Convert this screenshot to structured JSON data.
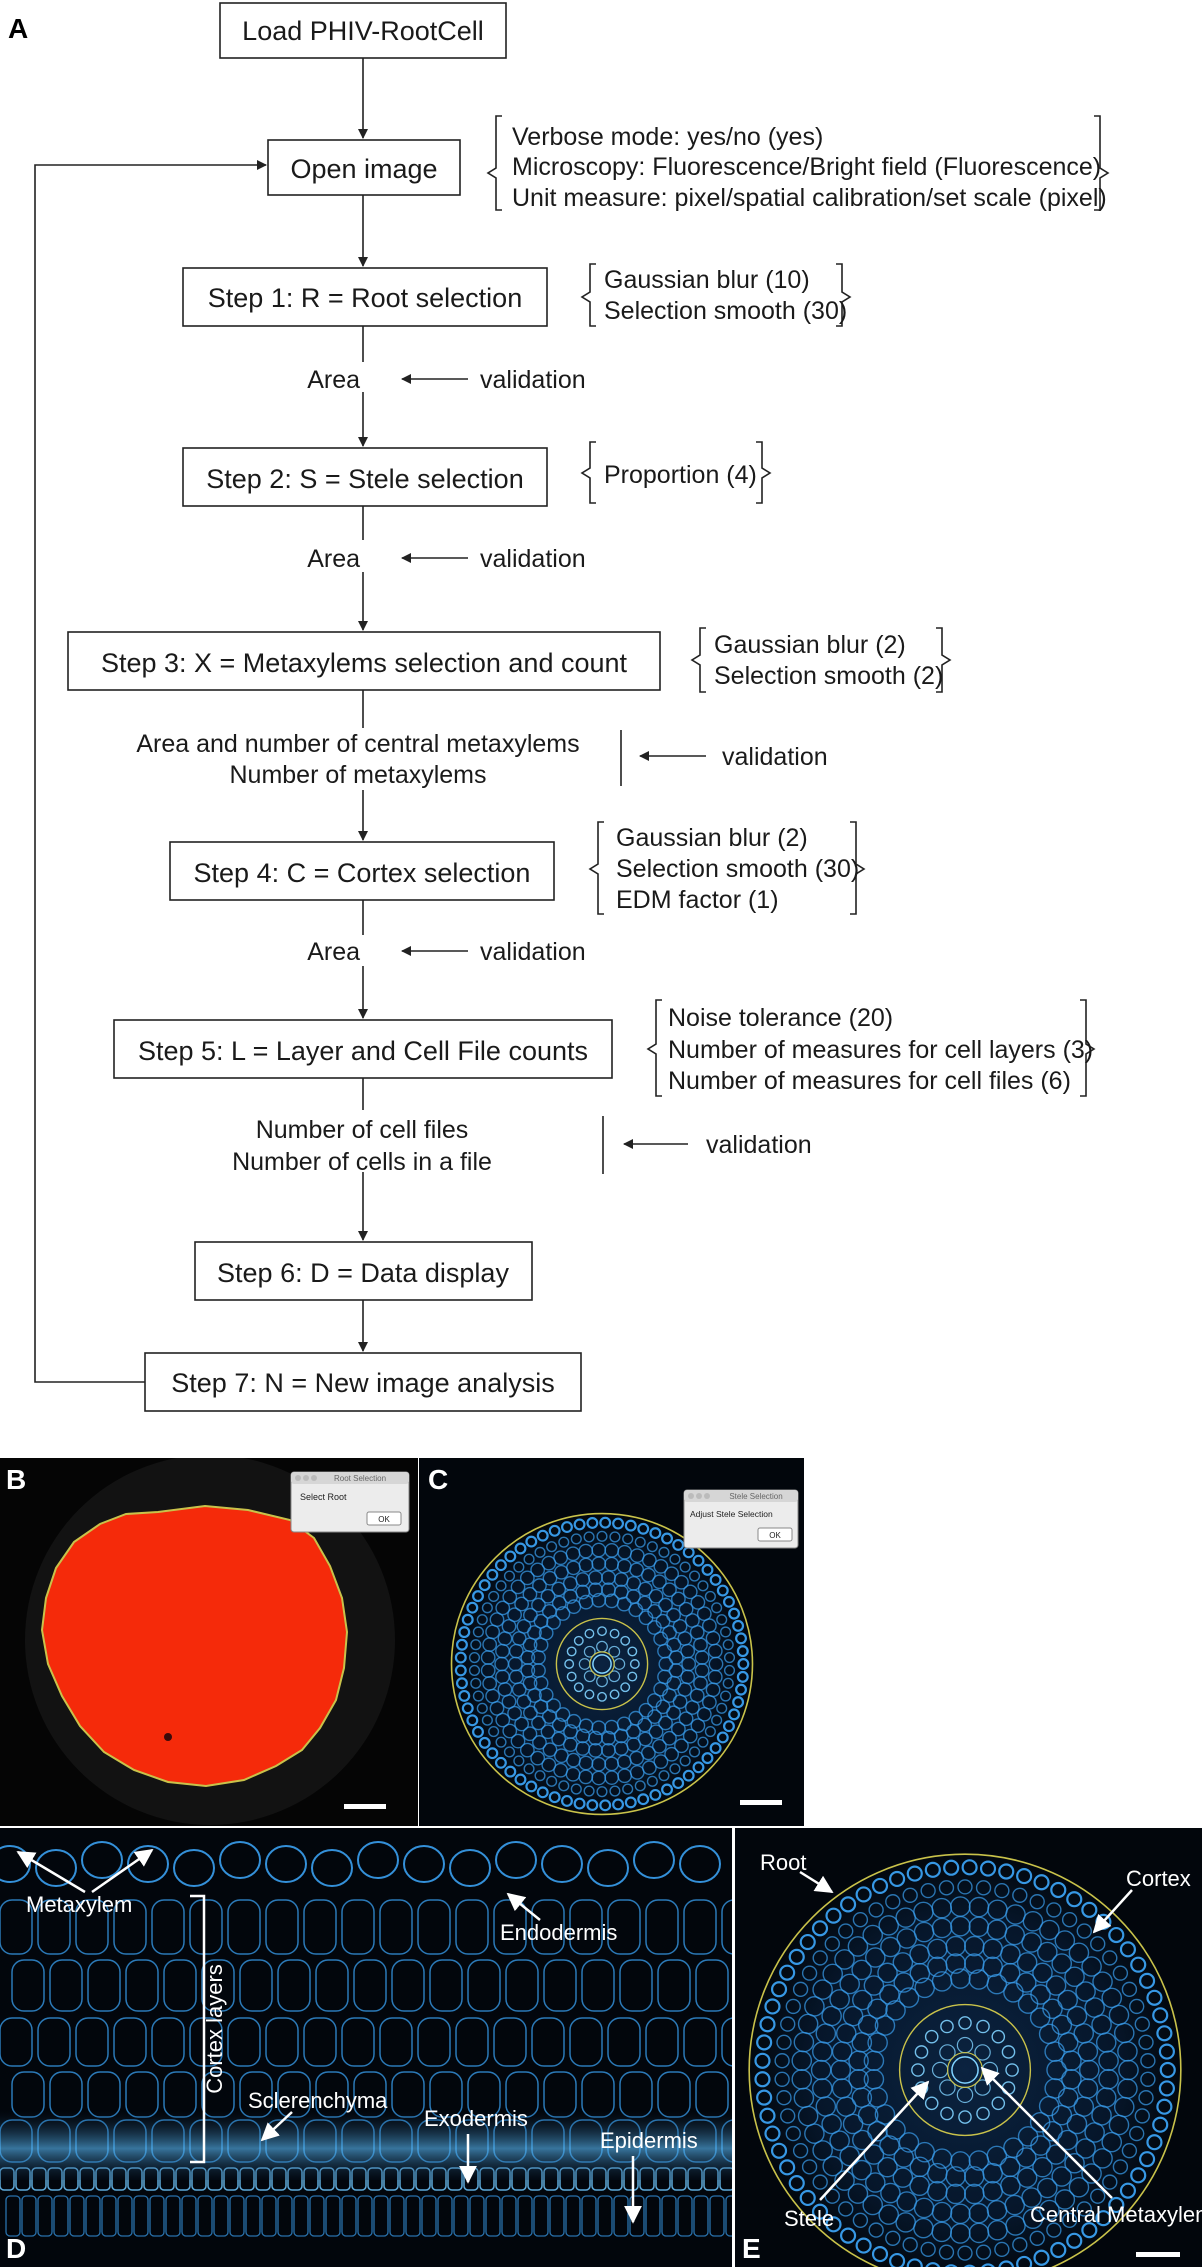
{
  "panel_labels": {
    "a": "A",
    "b": "B",
    "c": "C",
    "d": "D",
    "e": "E"
  },
  "flow": {
    "load": "Load PHIV-RootCell",
    "open": "Open image",
    "step1": "Step 1: R = Root selection",
    "step2": "Step 2: S = Stele selection",
    "step3": "Step 3: X = Metaxylems selection and count",
    "step4": "Step 4: C = Cortex selection",
    "step5": "Step 5: L = Layer and Cell File counts",
    "step6": "Step 6: D = Data display",
    "step7": "Step 7: N = New image analysis"
  },
  "params": {
    "open": [
      "Verbose mode: yes/no (yes)",
      "Microscopy: Fluorescence/Bright field (Fluorescence)",
      "Unit measure: pixel/spatial calibration/set scale (pixel)"
    ],
    "step1": [
      "Gaussian blur (10)",
      "Selection smooth (30)"
    ],
    "step2": [
      "Proportion (4)"
    ],
    "step3": [
      "Gaussian blur (2)",
      "Selection smooth (2)"
    ],
    "step4": [
      "Gaussian blur (2)",
      "Selection smooth (30)",
      "EDM factor (1)"
    ],
    "step5": [
      "Noise tolerance (20)",
      "Number of measures for cell layers (3)",
      "Number of measures for cell files (6)"
    ]
  },
  "outputs": {
    "o1": "Area",
    "o2": "Area",
    "o3a": "Area and number of central metaxylems",
    "o3b": "Number of metaxylems",
    "o4": "Area",
    "o5a": "Number of cell files",
    "o5b": "Number of cells in a file"
  },
  "validation": "validation",
  "dialogs": {
    "b_title": "Root Selection",
    "b_text": "Select Root",
    "b_ok": "OK",
    "c_title": "Stele Selection",
    "c_text": "Adjust Stele Selection",
    "c_ok": "OK"
  },
  "micro_labels": {
    "metaxylem": "Metaxylem",
    "cortex_layers": "Cortex layers",
    "endodermis": "Endodermis",
    "sclerenchyma": "Sclerenchyma",
    "exodermis": "Exodermis",
    "epidermis": "Epidermis",
    "root": "Root",
    "cortex": "Cortex",
    "stele": "Stele",
    "central_metaxylem": "Central Metaxylem"
  },
  "colors": {
    "root_fill": "#f52a0a",
    "outline": "#c9c24a",
    "cell_wall": "#3aa0f0",
    "background": "#000000"
  }
}
